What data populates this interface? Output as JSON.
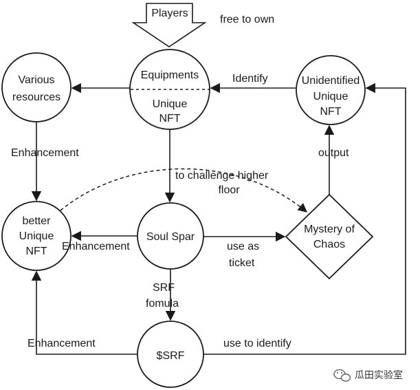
{
  "nodes": {
    "players": "Players",
    "equipments": [
      "Equipments",
      "Unique",
      "NFT"
    ],
    "various_resources": [
      "Various",
      "resources"
    ],
    "unidentified_nft": [
      "Unidentified",
      "Unique",
      "NFT"
    ],
    "better_nft": [
      "better",
      "Unique",
      "NFT"
    ],
    "soul_spar": "Soul Spar",
    "mystery": [
      "Mystery of",
      "Chaos"
    ],
    "srf": "$SRF"
  },
  "labels": {
    "free_to_own": "free to own",
    "identify": "Identify",
    "enhancement_left": "Enhancement",
    "output": "output",
    "challenge": [
      "to challenge higher",
      "floor"
    ],
    "enhancement_mid": "Enhancement",
    "use_as_ticket": [
      "use as",
      "ticket"
    ],
    "srf_formula": [
      "SRF",
      "fomula"
    ],
    "enhancement_bottom": "Enhancement",
    "use_to_identify": "use to identify"
  },
  "watermark": {
    "text": "瓜田实验室",
    "icon": "wechat-icon"
  },
  "colors": {
    "stroke": "#1a1a1a",
    "text": "#1a1a1a"
  }
}
